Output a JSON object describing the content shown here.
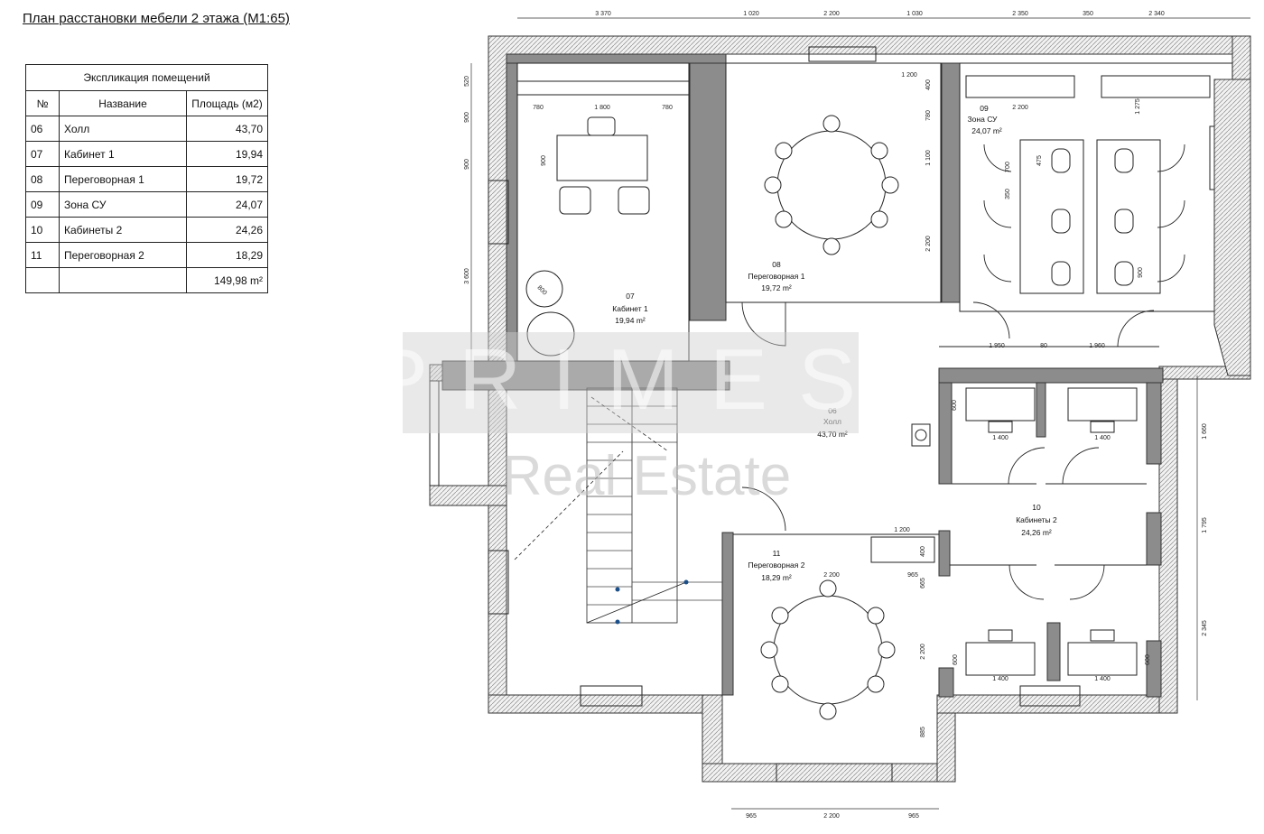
{
  "title": "План расстановки мебели 2 этажа (М1:65)",
  "table": {
    "caption": "Экспликация помещений",
    "headers": [
      "№",
      "Название",
      "Площадь (м2)"
    ],
    "rows": [
      {
        "no": "06",
        "name": "Холл",
        "area": "43,70"
      },
      {
        "no": "07",
        "name": "Кабинет 1",
        "area": "19,94"
      },
      {
        "no": "08",
        "name": "Переговорная 1",
        "area": "19,72"
      },
      {
        "no": "09",
        "name": "Зона СУ",
        "area": "24,07"
      },
      {
        "no": "10",
        "name": "Кабинеты 2",
        "area": "24,26"
      },
      {
        "no": "11",
        "name": "Переговорная 2",
        "area": "18,29"
      }
    ],
    "total": "149,98 m²"
  },
  "rooms": [
    {
      "id": "r06",
      "no": "06",
      "name": "Холл",
      "area": "43,70 m²"
    },
    {
      "id": "r07",
      "no": "07",
      "name": "Кабинет 1",
      "area": "19,94 m²"
    },
    {
      "id": "r08",
      "no": "08",
      "name": "Переговорная 1",
      "area": "19,72 m²"
    },
    {
      "id": "r09",
      "no": "09",
      "name": "Зона СУ",
      "area": "24,07 m²"
    },
    {
      "id": "r10",
      "no": "10",
      "name": "Кабинеты 2",
      "area": "24,26 m²"
    },
    {
      "id": "r11",
      "no": "11",
      "name": "Переговорная 2",
      "area": "18,29 m²"
    }
  ],
  "dimensions": {
    "top": [
      "3 370",
      "1 020",
      "2 200",
      "1 030",
      "2 350",
      "350",
      "2 340"
    ],
    "bottom": [
      "965",
      "2 200",
      "965"
    ],
    "right": [
      "1 660",
      "1 795",
      "2 345"
    ],
    "left": [
      "520",
      "900",
      "900",
      "3 600"
    ],
    "interior": [
      "780",
      "1 800",
      "780",
      "900",
      "1 200",
      "400",
      "780",
      "1 100",
      "2 200",
      "2 200",
      "1 275",
      "1 950",
      "80",
      "1 960",
      "600",
      "1 400",
      "1 400",
      "1 200",
      "400",
      "2 200",
      "965",
      "665",
      "2 200",
      "885",
      "1 400",
      "1 400",
      "600",
      "600",
      "800",
      "700",
      "475",
      "350",
      "900"
    ]
  },
  "watermark": {
    "brand": "PRIMES",
    "sub": "Real Estate"
  }
}
